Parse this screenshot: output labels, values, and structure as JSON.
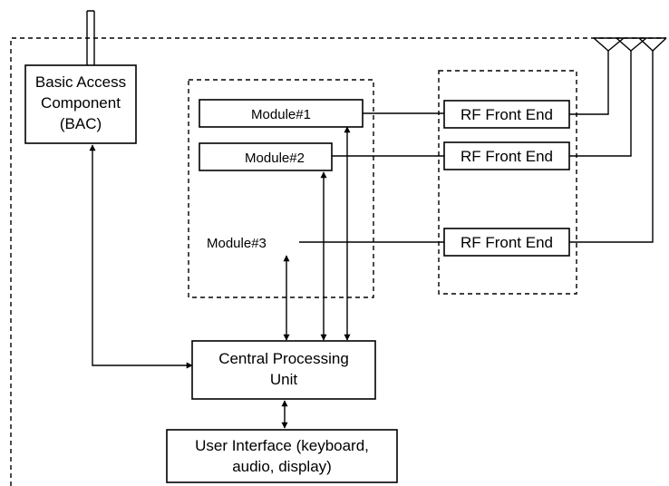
{
  "blocks": {
    "bac": {
      "lines": [
        "Basic Access",
        "Component",
        "(BAC)"
      ]
    },
    "module1": {
      "label": "Module#1"
    },
    "module2": {
      "label": "Module#2"
    },
    "module3": {
      "label": "Module#3"
    },
    "rf1": {
      "label": "RF Front End"
    },
    "rf2": {
      "label": "RF Front End"
    },
    "rf3": {
      "label": "RF Front End"
    },
    "cpu": {
      "lines": [
        "Central Processing",
        "Unit"
      ]
    },
    "ui": {
      "lines": [
        "User Interface (keyboard,",
        "audio, display)"
      ]
    }
  }
}
